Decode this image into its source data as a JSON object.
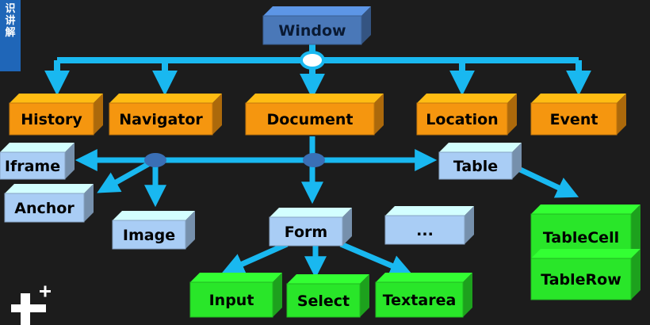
{
  "badge": {
    "chars": [
      "识",
      "讲",
      "解"
    ]
  },
  "colors": {
    "background": "#1c1c1c",
    "connector": "#19b8f0",
    "node_blue_dark": "#4a78b8",
    "node_orange": "#f5960f",
    "node_lightblue": "#a9cdf5",
    "node_green": "#29e629"
  },
  "nodes": {
    "window": "Window",
    "history": "History",
    "navigator": "Navigator",
    "document": "Document",
    "location": "Location",
    "event": "Event",
    "iframe": "Iframe",
    "anchor": "Anchor",
    "image": "Image",
    "table": "Table",
    "form": "Form",
    "ellipsis": "...",
    "input": "Input",
    "select": "Select",
    "textarea": "Textarea",
    "tablecell": "TableCell",
    "tablerow": "TableRow"
  },
  "logo": {
    "name": "plus-logo-icon"
  }
}
